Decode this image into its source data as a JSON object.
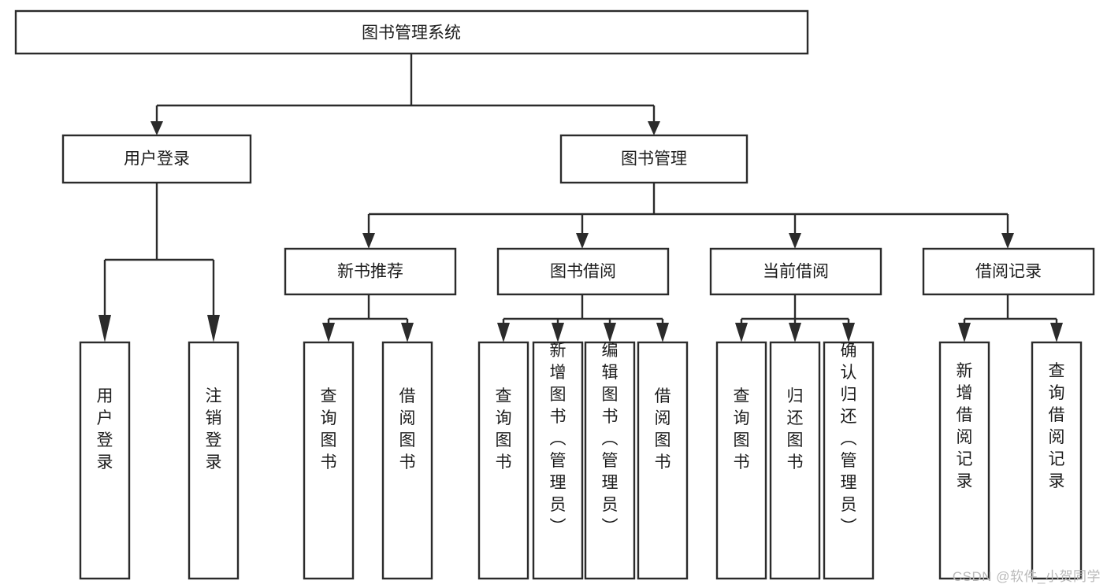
{
  "diagram": {
    "type": "tree-hierarchy",
    "title": "图书管理系统",
    "orientation": "top-down",
    "colors": {
      "box_stroke": "#2b2b2b",
      "box_fill": "#ffffff",
      "connector": "#2b2b2b",
      "text": "#1c1c1c",
      "watermark": "#b9b9b9",
      "background": "#ffffff"
    },
    "levels": {
      "root": {
        "label": "图书管理系统"
      },
      "level2": [
        {
          "label": "用户登录"
        },
        {
          "label": "图书管理"
        }
      ],
      "level3": [
        {
          "label": "新书推荐"
        },
        {
          "label": "图书借阅"
        },
        {
          "label": "当前借阅"
        },
        {
          "label": "借阅记录"
        }
      ],
      "leaves": {
        "user_login": [
          {
            "label": "用户登录"
          },
          {
            "label": "注销登录"
          }
        ],
        "new_book_recommend": [
          {
            "label": "查询图书"
          },
          {
            "label": "借阅图书"
          }
        ],
        "book_borrow": [
          {
            "label": "查询图书"
          },
          {
            "label": "新增图书（管理员）"
          },
          {
            "label": "编辑图书（管理员）"
          },
          {
            "label": "借阅图书"
          }
        ],
        "current_borrow": [
          {
            "label": "查询图书"
          },
          {
            "label": "归还图书"
          },
          {
            "label": "确认归还（管理员）"
          }
        ],
        "borrow_record": [
          {
            "label": "新增借阅记录"
          },
          {
            "label": "查询借阅记录"
          }
        ]
      }
    }
  },
  "watermark": {
    "text": "CSDN @软件_小贺同学"
  }
}
